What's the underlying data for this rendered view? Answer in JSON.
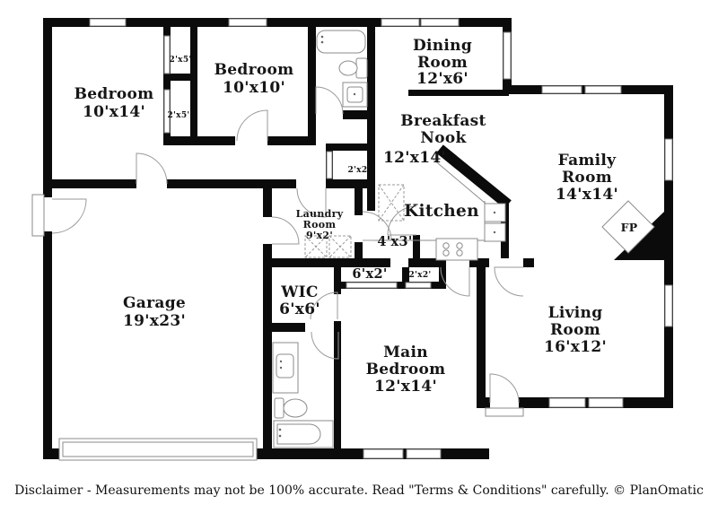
{
  "plan": {
    "rooms": [
      {
        "id": "bedroom-1",
        "name": "Bedroom",
        "dims": "10'x14'",
        "lines": [
          "Bedroom",
          "10'x14'"
        ]
      },
      {
        "id": "bedroom-2",
        "name": "Bedroom",
        "dims": "10'x10'",
        "lines": [
          "Bedroom",
          "10'x10'"
        ]
      },
      {
        "id": "dining-room",
        "name": "Dining Room",
        "dims": "12'x6'",
        "lines": [
          "Dining",
          "Room",
          "12'x6'"
        ]
      },
      {
        "id": "breakfast-nook",
        "name": "Breakfast Nook",
        "dims": "12'x14'",
        "lines": [
          "Breakfast",
          "Nook",
          "12'x14'"
        ]
      },
      {
        "id": "family-room",
        "name": "Family Room",
        "dims": "14'x14'",
        "lines": [
          "Family",
          "Room",
          "14'x14'"
        ]
      },
      {
        "id": "kitchen",
        "name": "Kitchen",
        "dims": "",
        "lines": [
          "Kitchen"
        ]
      },
      {
        "id": "laundry-room",
        "name": "Laundry Room",
        "dims": "9'x2'",
        "lines": [
          "Laundry",
          "Room",
          "9'x2'"
        ]
      },
      {
        "id": "wic",
        "name": "WIC",
        "dims": "6'x6'",
        "lines": [
          "WIC",
          "6'x6'"
        ]
      },
      {
        "id": "garage",
        "name": "Garage",
        "dims": "19'x23'",
        "lines": [
          "Garage",
          "19'x23'"
        ]
      },
      {
        "id": "main-bedroom",
        "name": "Main Bedroom",
        "dims": "12'x14'",
        "lines": [
          "Main",
          "Bedroom",
          "12'x14'"
        ]
      },
      {
        "id": "living-room",
        "name": "Living Room",
        "dims": "16'x12'",
        "lines": [
          "Living",
          "Room",
          "16'x12'"
        ]
      }
    ],
    "annotations": [
      {
        "id": "closet-upper",
        "label": "2'x5'"
      },
      {
        "id": "closet-lower",
        "label": "2'x5'"
      },
      {
        "id": "hall-closet",
        "label": "2'x2'"
      },
      {
        "id": "hall-passage",
        "label": "4'x3'"
      },
      {
        "id": "linen-hall",
        "label": "6'x2'"
      },
      {
        "id": "south-closet",
        "label": "2'x2'"
      },
      {
        "id": "fireplace",
        "label": "FP"
      }
    ],
    "colors": {
      "wall": "#0b0b0b",
      "background": "#ffffff",
      "fixture_stroke": "#8b8b8b"
    }
  },
  "footer": {
    "disclaimer": "Disclaimer - Measurements may not be 100% accurate. Read \"Terms & Conditions\" carefully. © PlanOmatic"
  }
}
